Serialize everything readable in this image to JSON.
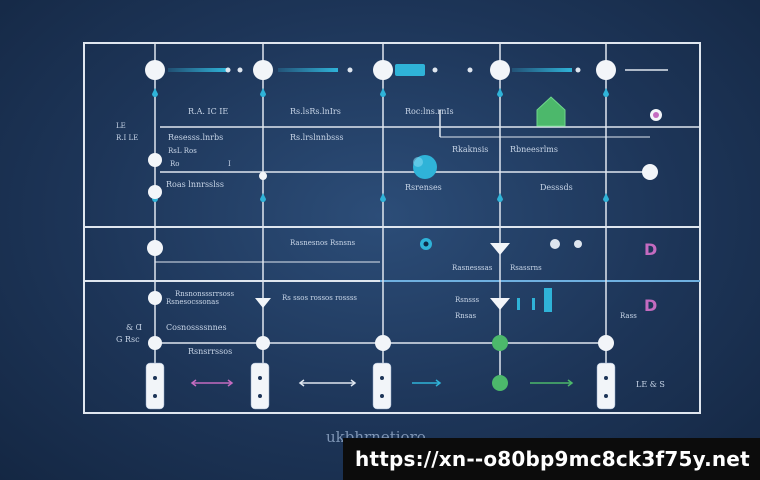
{
  "colors": {
    "background": "#1d3558",
    "line": "#dfe6ef",
    "accent_cyan": "#2fb3d8",
    "accent_green": "#4cb86b",
    "accent_pink": "#c46bc0"
  },
  "labels": {
    "top_row": [
      "R.A. IC IE",
      "Rs.lsRs.lnIrs",
      "Roc:lns.rnIs"
    ],
    "row2": [
      "Resesss.lnrbs",
      "Rs.lrslnnbsss",
      "Rkaknsis",
      "Rbneesrlms"
    ],
    "row2_sub": "RsL Ros",
    "row3": [
      "Roas lnnrsslss",
      "Rsrenses",
      "Desssds"
    ],
    "left_codes": [
      "LE",
      "R.I LE",
      "Ro",
      "I"
    ],
    "mid": [
      "Rasnesnos Rsnsns",
      "Rasnesssas",
      "Rsassrns",
      "Rsnsss",
      "Rnsas",
      "Rass"
    ],
    "lower_left": [
      "Rnsnonsssrrsoss",
      "Rsnesocssonas"
    ],
    "lower_mid": "Rs ssos rossos rossss",
    "bottom_left": [
      "Cosnossssnnes",
      "Rsnsrrssos"
    ],
    "side_codes": [
      "& Ɑ",
      "G Rsc"
    ],
    "bottom_right": "LE & S",
    "letter_d_1": "D",
    "letter_d_2": "D"
  },
  "caption": "ukbhrnetioro",
  "url": "https://xn--o80bp9mc8ck3f75y.net"
}
